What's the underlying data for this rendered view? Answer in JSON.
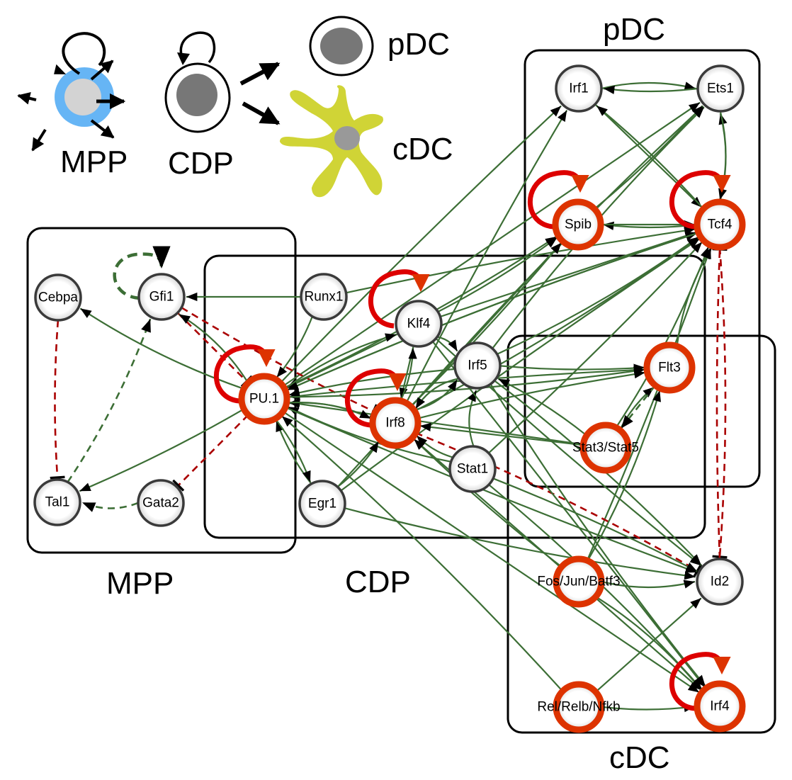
{
  "legend": {
    "cells": [
      {
        "id": "mpp",
        "label": "MPP"
      },
      {
        "id": "cdp",
        "label": "CDP"
      },
      {
        "id": "pdc",
        "label": "pDC"
      },
      {
        "id": "cdc",
        "label": "cDC"
      }
    ]
  },
  "modules": [
    {
      "id": "pdc",
      "label": "pDC"
    },
    {
      "id": "mpp",
      "label": "MPP"
    },
    {
      "id": "cdp",
      "label": "CDP"
    },
    {
      "id": "cdc",
      "label": "cDC"
    }
  ],
  "colors": {
    "activation": "#3c6e35",
    "repression": "#aa0000",
    "selfloop": "#dd0000",
    "key_node": "#dd3300",
    "mpp_cell": "#66b5f5",
    "cdc_cell": "#d0d436"
  },
  "nodes": [
    {
      "id": "Irf1",
      "label": "Irf1",
      "key": false
    },
    {
      "id": "Ets1",
      "label": "Ets1",
      "key": false
    },
    {
      "id": "Spib",
      "label": "Spib",
      "key": true
    },
    {
      "id": "Tcf4",
      "label": "Tcf4",
      "key": true
    },
    {
      "id": "Cebpa",
      "label": "Cebpa",
      "key": false
    },
    {
      "id": "Gfi1",
      "label": "Gfi1",
      "key": false
    },
    {
      "id": "Runx1",
      "label": "Runx1",
      "key": false
    },
    {
      "id": "Klf4",
      "label": "Klf4",
      "key": false
    },
    {
      "id": "PU1",
      "label": "PU.1",
      "key": true
    },
    {
      "id": "Irf5",
      "label": "Irf5",
      "key": false
    },
    {
      "id": "Irf8",
      "label": "Irf8",
      "key": true
    },
    {
      "id": "Flt3",
      "label": "Flt3",
      "key": true
    },
    {
      "id": "Stat35",
      "label": "Stat3/Stat5",
      "key": true
    },
    {
      "id": "Stat1",
      "label": "Stat1",
      "key": false
    },
    {
      "id": "Tal1",
      "label": "Tal1",
      "key": false
    },
    {
      "id": "Gata2",
      "label": "Gata2",
      "key": false
    },
    {
      "id": "Egr1",
      "label": "Egr1",
      "key": false
    },
    {
      "id": "FJB",
      "label": "Fos/Jun/Batf3",
      "key": true
    },
    {
      "id": "Id2",
      "label": "Id2",
      "key": false
    },
    {
      "id": "RRN",
      "label": "Rel/Relb/Nfkb",
      "key": true
    },
    {
      "id": "Irf4",
      "label": "Irf4",
      "key": true
    }
  ],
  "self_loops": [
    {
      "node": "Spib",
      "type": "activation-strong"
    },
    {
      "node": "Tcf4",
      "type": "activation-strong"
    },
    {
      "node": "Klf4",
      "type": "activation-strong"
    },
    {
      "node": "PU1",
      "type": "activation-strong"
    },
    {
      "node": "Irf8",
      "type": "activation-strong"
    },
    {
      "node": "Irf4",
      "type": "activation-strong"
    },
    {
      "node": "Gfi1",
      "type": "activation-dashed"
    }
  ],
  "edges": [
    {
      "from": "Irf1",
      "to": "Ets1",
      "type": "activation"
    },
    {
      "from": "Ets1",
      "to": "Irf1",
      "type": "activation"
    },
    {
      "from": "Irf1",
      "to": "Tcf4",
      "type": "activation"
    },
    {
      "from": "Tcf4",
      "to": "Irf1",
      "type": "activation"
    },
    {
      "from": "Tcf4",
      "to": "Ets1",
      "type": "activation"
    },
    {
      "from": "Ets1",
      "to": "Tcf4",
      "type": "activation"
    },
    {
      "from": "Tcf4",
      "to": "Spib",
      "type": "activation"
    },
    {
      "from": "Spib",
      "to": "Tcf4",
      "type": "activation"
    },
    {
      "from": "Spib",
      "to": "Ets1",
      "type": "activation"
    },
    {
      "from": "PU1",
      "to": "Spib",
      "type": "activation"
    },
    {
      "from": "PU1",
      "to": "Tcf4",
      "type": "activation"
    },
    {
      "from": "PU1",
      "to": "Irf1",
      "type": "activation"
    },
    {
      "from": "PU1",
      "to": "Ets1",
      "type": "activation"
    },
    {
      "from": "Irf8",
      "to": "Spib",
      "type": "activation"
    },
    {
      "from": "Irf8",
      "to": "Tcf4",
      "type": "activation"
    },
    {
      "from": "Irf8",
      "to": "Ets1",
      "type": "activation"
    },
    {
      "from": "Irf8",
      "to": "Irf1",
      "type": "activation"
    },
    {
      "from": "Klf4",
      "to": "Tcf4",
      "type": "activation"
    },
    {
      "from": "Klf4",
      "to": "Spib",
      "type": "activation"
    },
    {
      "from": "Irf5",
      "to": "Tcf4",
      "type": "activation"
    },
    {
      "from": "Irf5",
      "to": "Ets1",
      "type": "activation"
    },
    {
      "from": "Runx1",
      "to": "Tcf4",
      "type": "activation"
    },
    {
      "from": "Runx1",
      "to": "Gfi1",
      "type": "activation"
    },
    {
      "from": "Stat1",
      "to": "Tcf4",
      "type": "activation"
    },
    {
      "from": "Stat35",
      "to": "Tcf4",
      "type": "activation"
    },
    {
      "from": "Flt3",
      "to": "Tcf4",
      "type": "activation"
    },
    {
      "from": "Egr1",
      "to": "Tcf4",
      "type": "activation"
    },
    {
      "from": "Egr1",
      "to": "Spib",
      "type": "activation"
    },
    {
      "from": "FJB",
      "to": "Tcf4",
      "type": "activation"
    },
    {
      "from": "FJB",
      "to": "Flt3",
      "type": "activation"
    },
    {
      "from": "Tcf4",
      "to": "Id2",
      "type": "repression"
    },
    {
      "from": "Id2",
      "to": "Tcf4",
      "type": "repression"
    },
    {
      "from": "Gfi1",
      "to": "PU1",
      "type": "repression"
    },
    {
      "from": "Gfi1",
      "to": "Irf8",
      "type": "repression"
    },
    {
      "from": "PU1",
      "to": "Gfi1",
      "type": "activation"
    },
    {
      "from": "PU1",
      "to": "Cebpa",
      "type": "activation"
    },
    {
      "from": "PU1",
      "to": "Tal1",
      "type": "activation"
    },
    {
      "from": "PU1",
      "to": "Gata2",
      "type": "repression"
    },
    {
      "from": "Cebpa",
      "to": "Tal1",
      "type": "repression"
    },
    {
      "from": "Tal1",
      "to": "Gfi1",
      "type": "activation-dashed"
    },
    {
      "from": "Gata2",
      "to": "Tal1",
      "type": "activation-dashed"
    },
    {
      "from": "Runx1",
      "to": "PU1",
      "type": "activation"
    },
    {
      "from": "Klf4",
      "to": "PU1",
      "type": "activation"
    },
    {
      "from": "Irf5",
      "to": "PU1",
      "type": "activation"
    },
    {
      "from": "Irf8",
      "to": "PU1",
      "type": "activation"
    },
    {
      "from": "Stat1",
      "to": "PU1",
      "type": "activation"
    },
    {
      "from": "Egr1",
      "to": "PU1",
      "type": "activation"
    },
    {
      "from": "Stat35",
      "to": "PU1",
      "type": "activation"
    },
    {
      "from": "Flt3",
      "to": "PU1",
      "type": "activation"
    },
    {
      "from": "Tcf4",
      "to": "PU1",
      "type": "activation"
    },
    {
      "from": "PU1",
      "to": "Irf8",
      "type": "activation"
    },
    {
      "from": "PU1",
      "to": "Egr1",
      "type": "activation"
    },
    {
      "from": "PU1",
      "to": "Irf4",
      "type": "activation"
    },
    {
      "from": "PU1",
      "to": "Id2",
      "type": "activation"
    },
    {
      "from": "PU1",
      "to": "Flt3",
      "type": "activation"
    },
    {
      "from": "PU1",
      "to": "Klf4",
      "type": "activation"
    },
    {
      "from": "Klf4",
      "to": "Irf5",
      "type": "activation"
    },
    {
      "from": "Klf4",
      "to": "Irf8",
      "type": "activation"
    },
    {
      "from": "Irf8",
      "to": "Klf4",
      "type": "activation"
    },
    {
      "from": "Irf5",
      "to": "Irf8",
      "type": "activation"
    },
    {
      "from": "Stat1",
      "to": "Irf5",
      "type": "activation"
    },
    {
      "from": "Stat1",
      "to": "Irf8",
      "type": "activation"
    },
    {
      "from": "Stat35",
      "to": "Irf8",
      "type": "activation"
    },
    {
      "from": "Egr1",
      "to": "Irf8",
      "type": "activation"
    },
    {
      "from": "Egr1",
      "to": "Id2",
      "type": "activation"
    },
    {
      "from": "Irf8",
      "to": "Id2",
      "type": "repression"
    },
    {
      "from": "Irf8",
      "to": "Flt3",
      "type": "activation"
    },
    {
      "from": "Irf8",
      "to": "Irf4",
      "type": "activation"
    },
    {
      "from": "Irf5",
      "to": "Flt3",
      "type": "activation"
    },
    {
      "from": "Irf5",
      "to": "Irf4",
      "type": "activation"
    },
    {
      "from": "Irf5",
      "to": "Id2",
      "type": "activation"
    },
    {
      "from": "Stat35",
      "to": "Flt3",
      "type": "activation"
    },
    {
      "from": "Flt3",
      "to": "Stat35",
      "type": "activation-dashed"
    },
    {
      "from": "Stat35",
      "to": "Irf5",
      "type": "activation"
    },
    {
      "from": "FJB",
      "to": "Id2",
      "type": "activation"
    },
    {
      "from": "FJB",
      "to": "Irf4",
      "type": "activation"
    },
    {
      "from": "FJB",
      "to": "Irf8",
      "type": "activation"
    },
    {
      "from": "RRN",
      "to": "Id2",
      "type": "activation"
    },
    {
      "from": "RRN",
      "to": "Irf4",
      "type": "activation"
    },
    {
      "from": "RRN",
      "to": "PU1",
      "type": "activation"
    },
    {
      "from": "Stat1",
      "to": "Irf4",
      "type": "activation"
    },
    {
      "from": "Stat1",
      "to": "Id2",
      "type": "activation"
    },
    {
      "from": "Klf4",
      "to": "Irf4",
      "type": "activation"
    },
    {
      "from": "Klf4",
      "to": "Id2",
      "type": "activation"
    },
    {
      "from": "Irf8",
      "to": "Irf5",
      "type": "activation"
    }
  ]
}
